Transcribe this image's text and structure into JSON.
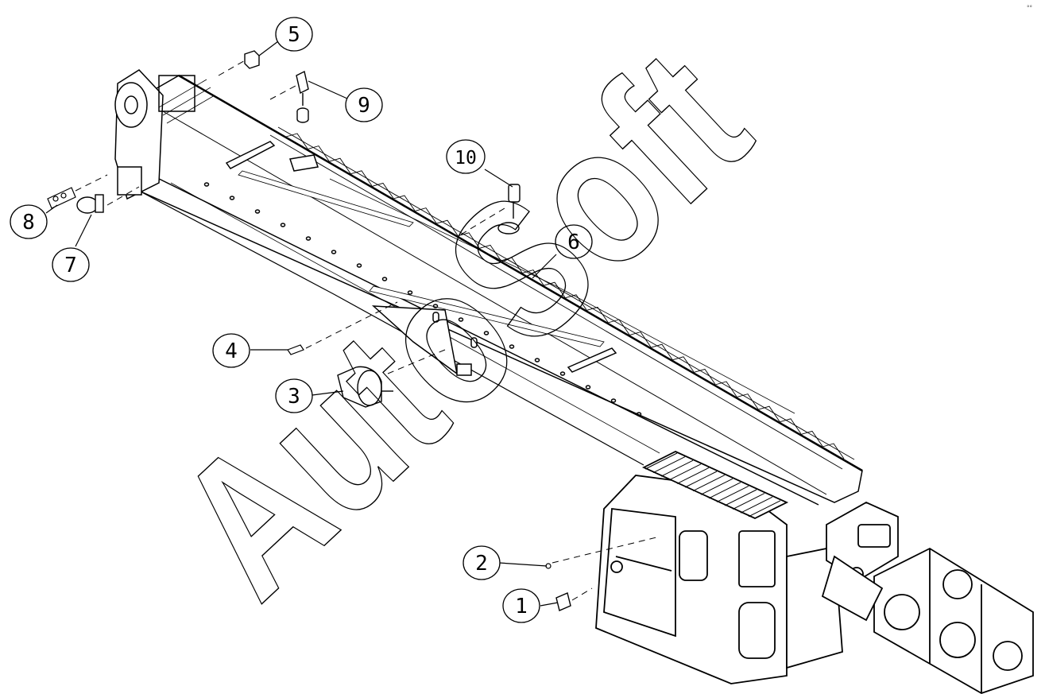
{
  "watermark": "AutoSoft",
  "corner_mark": "°°",
  "callouts": [
    {
      "id": "c1",
      "label": "1"
    },
    {
      "id": "c2",
      "label": "2"
    },
    {
      "id": "c3",
      "label": "3"
    },
    {
      "id": "c4",
      "label": "4"
    },
    {
      "id": "c5",
      "label": "5"
    },
    {
      "id": "c6",
      "label": "6"
    },
    {
      "id": "c7",
      "label": "7"
    },
    {
      "id": "c8",
      "label": "8"
    },
    {
      "id": "c9",
      "label": "9"
    },
    {
      "id": "c10",
      "label": "10"
    }
  ],
  "colors": {
    "line": "#000000",
    "background": "#ffffff"
  }
}
